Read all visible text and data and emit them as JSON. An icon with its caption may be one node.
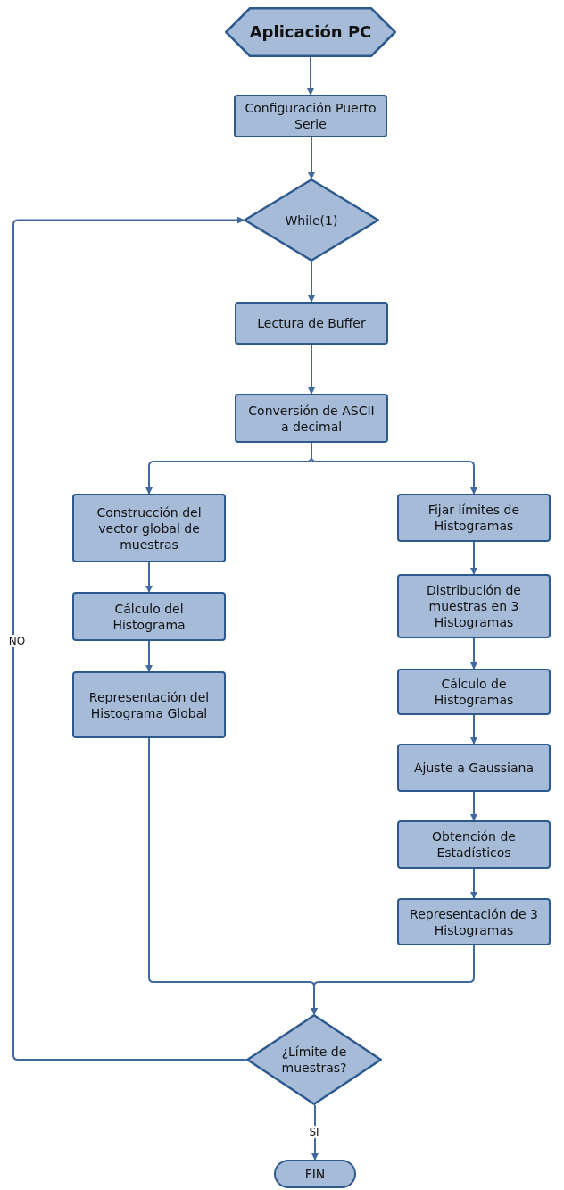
{
  "diagram": {
    "nodes": [
      {
        "text": [
          "Aplicación PC"
        ]
      },
      {
        "text": [
          "Configuración Puerto Serie"
        ]
      },
      {
        "text": [
          "While(1)"
        ]
      },
      {
        "text": [
          "Lectura de Buffer"
        ]
      },
      {
        "text": [
          "Conversión de ASCII a decimal"
        ]
      },
      {
        "text": [
          "Construcción del vector global de muestras"
        ]
      },
      {
        "text": [
          "Cálculo del Histograma"
        ]
      },
      {
        "text": [
          "Representación del Histograma Global"
        ]
      },
      {
        "text": [
          "Fijar límites de Histogramas"
        ]
      },
      {
        "text": [
          "Distribución de muestras en 3 Histogramas"
        ]
      },
      {
        "text": [
          "Cálculo de Histogramas"
        ]
      },
      {
        "text": [
          "Ajuste a Gaussiana"
        ]
      },
      {
        "text": [
          "Obtención de Estadísticos"
        ]
      },
      {
        "text": [
          "Representación de 3 Histogramas"
        ]
      },
      {
        "text": [
          "¿Límite de muestras?"
        ]
      },
      {
        "text": [
          "FIN"
        ]
      }
    ],
    "edges": [
      {
        "from": 0,
        "to": 1,
        "arrow": "to"
      },
      {
        "from": 1,
        "to": 2,
        "arrow": "to"
      },
      {
        "from": 2,
        "to": 3,
        "arrow": "to"
      },
      {
        "from": 3,
        "to": 4,
        "arrow": "to"
      },
      {
        "from": 4,
        "to": 5,
        "arrow": "to"
      },
      {
        "from": 4,
        "to": 8,
        "arrow": "to"
      },
      {
        "from": 5,
        "to": 6,
        "arrow": "to"
      },
      {
        "from": 6,
        "to": 7,
        "arrow": "to"
      },
      {
        "from": 8,
        "to": 9,
        "arrow": "to"
      },
      {
        "from": 9,
        "to": 10,
        "arrow": "to"
      },
      {
        "from": 10,
        "to": 11,
        "arrow": "to"
      },
      {
        "from": 11,
        "to": 12,
        "arrow": "to"
      },
      {
        "from": 12,
        "to": 13,
        "arrow": "to"
      },
      {
        "from": 7,
        "to": 14,
        "arrow": "to"
      },
      {
        "from": 13,
        "to": 14,
        "arrow": "to"
      },
      {
        "from": 14,
        "to": 2,
        "arrow": "to",
        "label": "NO"
      },
      {
        "from": 14,
        "to": 15,
        "arrow": "to",
        "label": "SI"
      }
    ]
  }
}
